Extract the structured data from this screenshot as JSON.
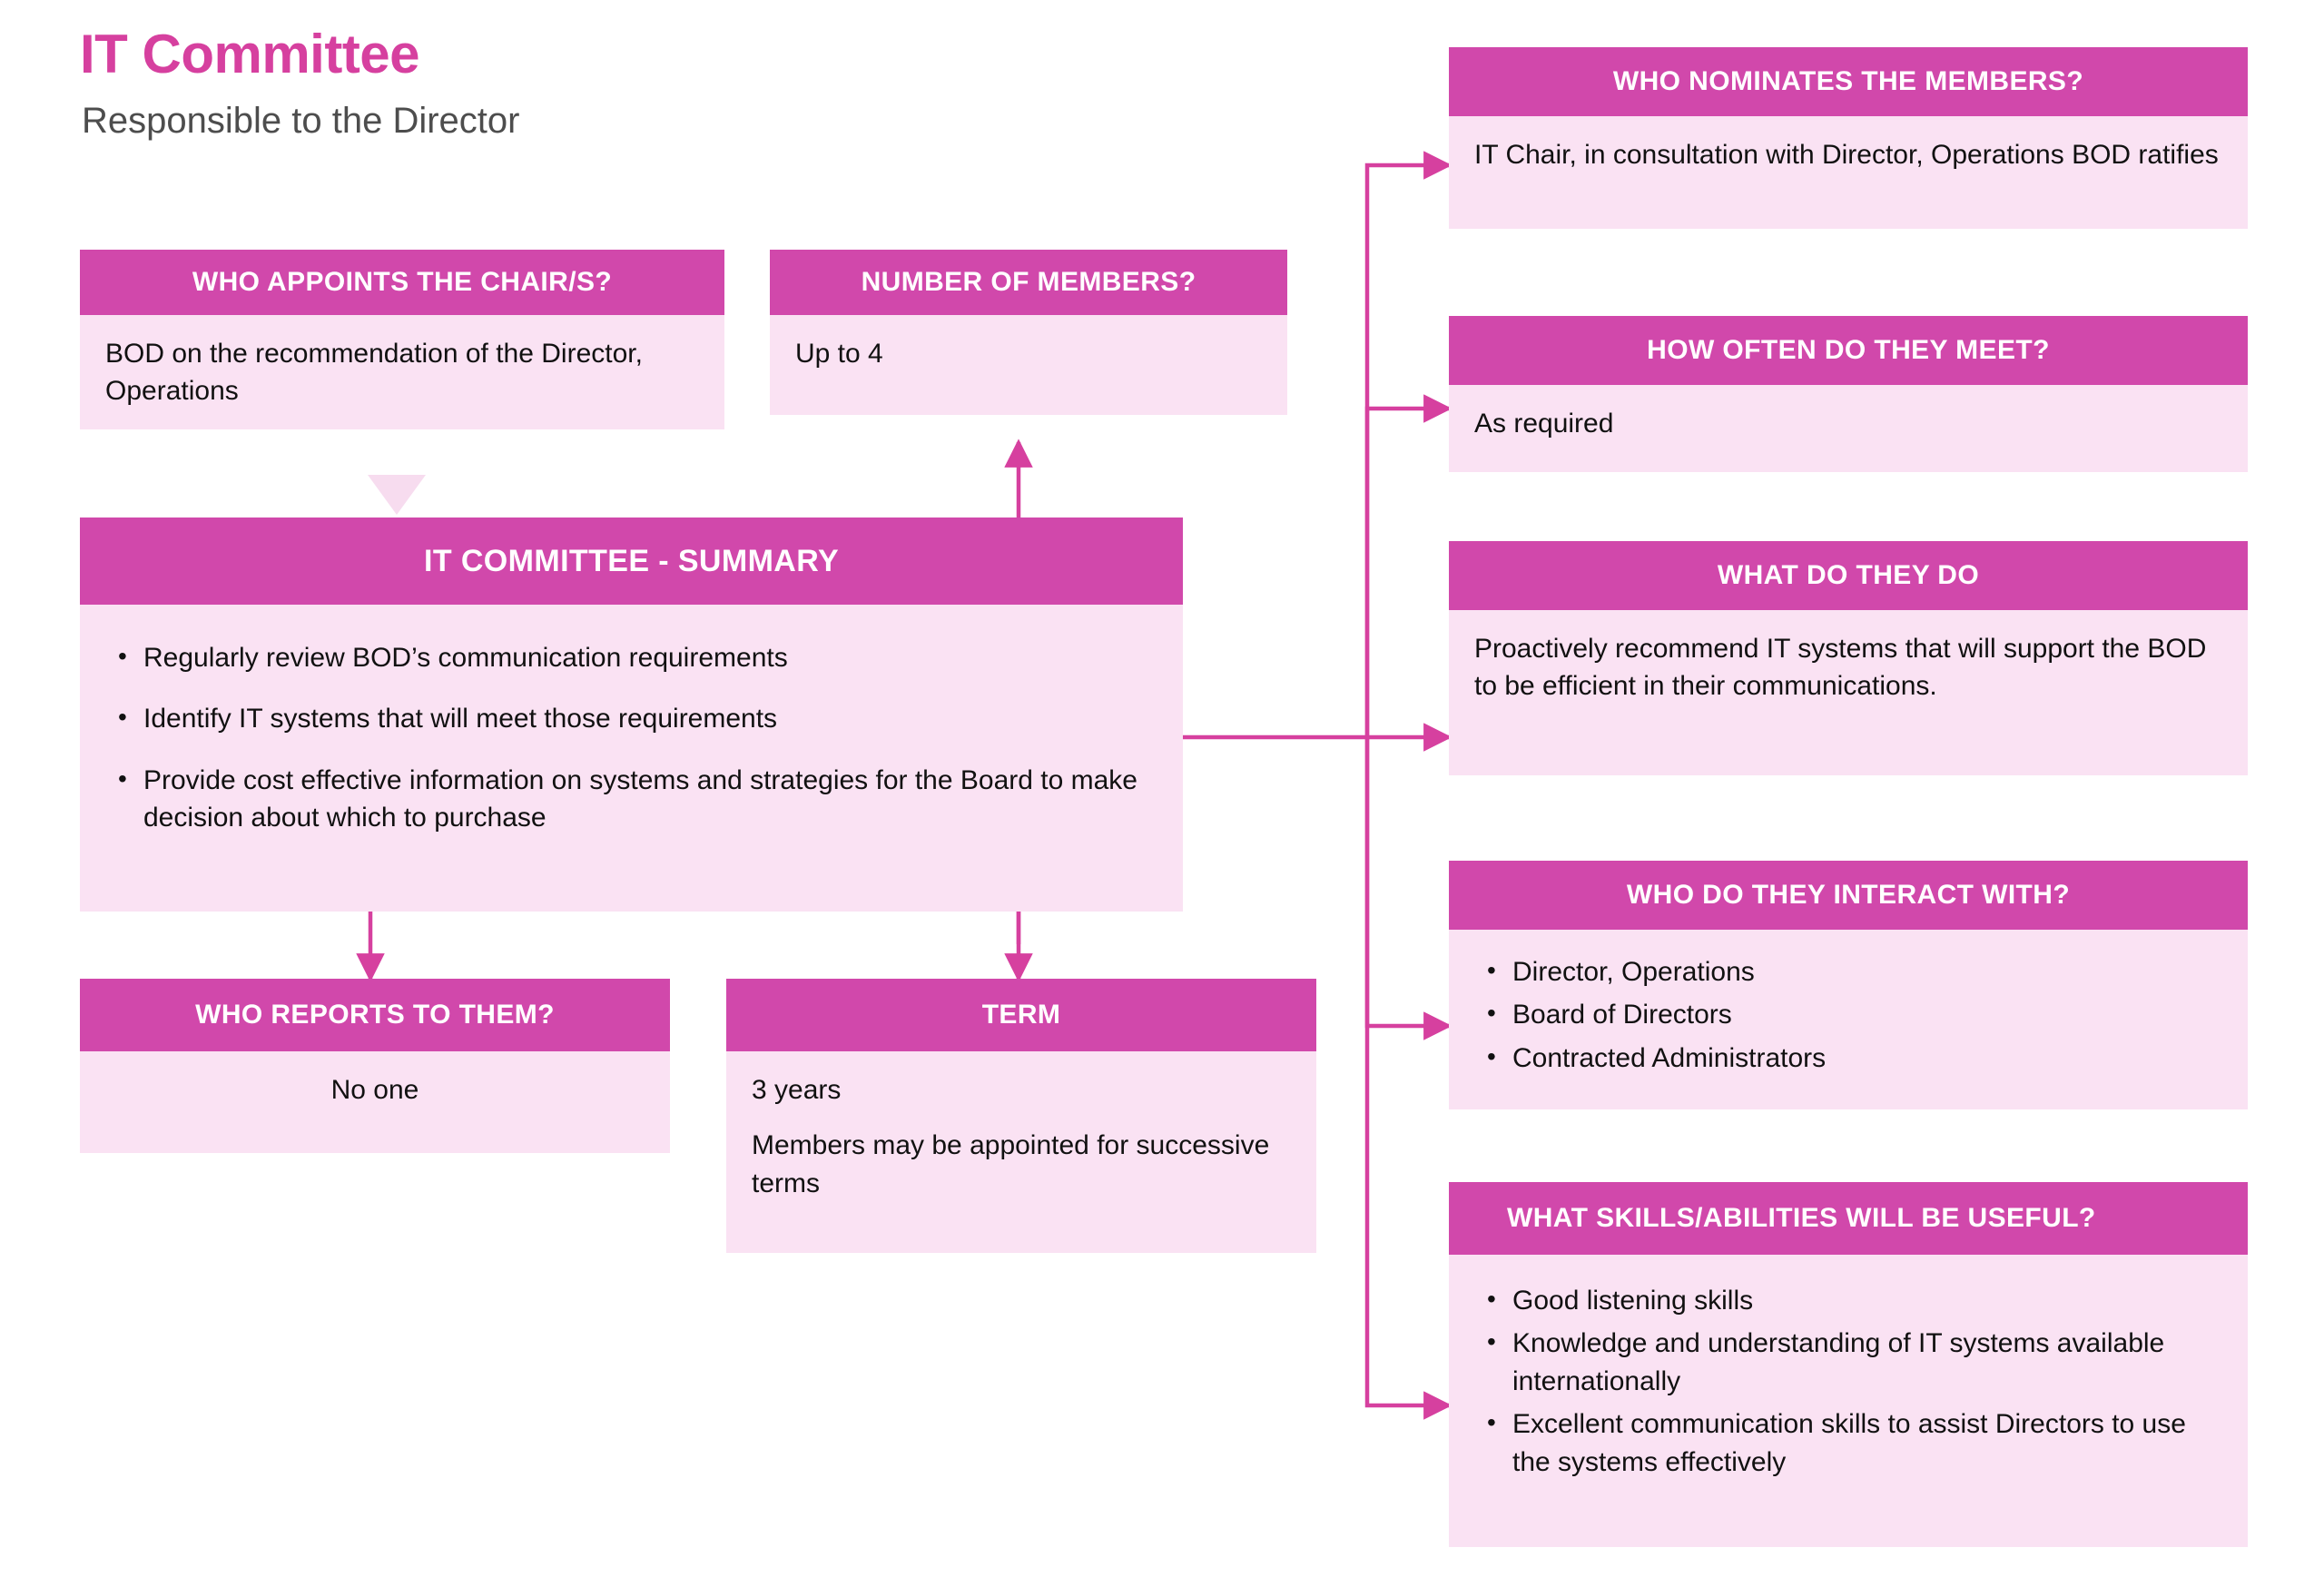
{
  "header": {
    "title": "IT Committee",
    "subtitle": "Responsible to the Director"
  },
  "colors": {
    "accent": "#d148ab",
    "title": "#d6409f",
    "body_bg": "#fae2f3",
    "connector": "#d6409f",
    "subtitle_text": "#4d4d4d",
    "body_text": "#111111",
    "header_text": "#ffffff"
  },
  "cards": {
    "who_appoints": {
      "title": "WHO APPOINTS THE CHAIR/S?",
      "body_lines": [
        "BOD on the recommendation of the Director, Operations"
      ]
    },
    "number_of_members": {
      "title": "NUMBER OF MEMBERS?",
      "body_lines": [
        "Up to 4"
      ]
    },
    "summary": {
      "title": "IT COMMITTEE - SUMMARY",
      "bullets": [
        "Regularly review BOD’s communication requirements",
        "Identify IT systems that will meet those requirements",
        "Provide cost effective information on systems and strategies for the Board to make decision about which to purchase"
      ]
    },
    "who_reports": {
      "title": "WHO REPORTS TO THEM?",
      "body_lines": [
        "No one"
      ]
    },
    "term": {
      "title": "TERM",
      "body_lines": [
        "3 years",
        "Members may be appointed for successive terms"
      ]
    },
    "who_nominates": {
      "title": "WHO NOMINATES THE MEMBERS?",
      "body_lines": [
        "IT Chair, in consultation with Director, Operations BOD ratifies"
      ]
    },
    "how_often": {
      "title": "HOW OFTEN DO THEY MEET?",
      "body_lines": [
        "As required"
      ]
    },
    "what_do_they_do": {
      "title": "WHAT DO THEY DO",
      "body_lines": [
        "Proactively recommend IT systems that will support the BOD to be efficient in their communications."
      ]
    },
    "who_interact": {
      "title": "WHO DO THEY INTERACT WITH?",
      "bullets": [
        "Director, Operations",
        "Board of Directors",
        "Contracted Administrators"
      ]
    },
    "what_skills": {
      "title": "WHAT SKILLS/ABILITIES WILL BE USEFUL?",
      "bullets": [
        "Good listening skills",
        "Knowledge and understanding of IT systems available internationally",
        "Excellent communication skills to assist Directors to use the systems effectively"
      ]
    }
  }
}
